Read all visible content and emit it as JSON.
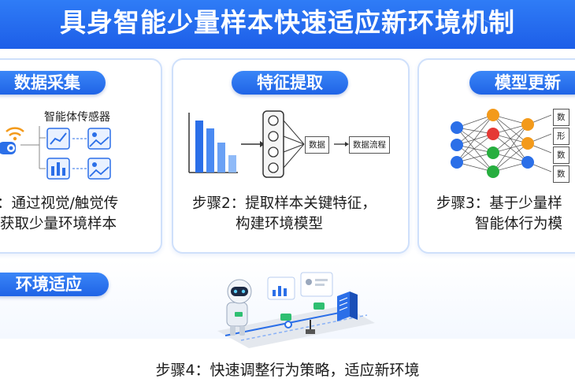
{
  "title": "具身智能少量样本快速适应新环境机制",
  "colors": {
    "primary": "#1f63e6",
    "banner": "#2f7cf6",
    "card_border": "#cfe0fb"
  },
  "card1": {
    "pill": "数据采集",
    "sensor_title": "智能体传感器",
    "caption_line1": "：通过视觉/触觉传",
    "caption_line2": "获取少量环境样本",
    "icons": [
      "wifi-icon",
      "robot-arm-icon",
      "line-chart-icon",
      "image-icon",
      "bar-chart-icon",
      "image-icon"
    ]
  },
  "card2": {
    "pill": "特征提取",
    "box_data": "数据",
    "box_flow": "数据流程",
    "caption_line1": "步骤2：提取样本关键特征，",
    "caption_line2": "构建环境模型"
  },
  "card3": {
    "pill": "模型更新",
    "caption_line1": "步骤3：基于少量样",
    "caption_line2": "智能体行为模",
    "output_labels": [
      "数",
      "形",
      "数",
      "数"
    ]
  },
  "section4": {
    "pill": "环境适应",
    "caption": "步骤4：快速调整行为策略，适应新环境"
  }
}
